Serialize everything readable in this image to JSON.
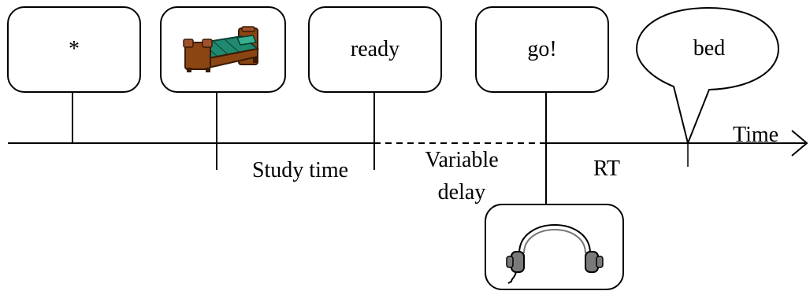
{
  "title": "",
  "events": [
    {
      "name": "fixation",
      "text": "*"
    },
    {
      "name": "study-picture",
      "icon": "bed-icon"
    },
    {
      "name": "ready-cue",
      "text": "ready"
    },
    {
      "name": "go-cue",
      "text": "go!"
    },
    {
      "name": "auditory-cue",
      "icon": "headphones-icon"
    },
    {
      "name": "response",
      "text": "bed"
    }
  ],
  "intervals": {
    "study_time": "Study time",
    "variable_delay_line1": "Variable",
    "variable_delay_line2": "delay",
    "rt": "RT"
  },
  "axis_label": "Time",
  "colors": {
    "stroke": "#000000",
    "bed_frame": "#8b4513",
    "bed_sheet": "#1f8a70",
    "headphone_pad": "#7a7a7a"
  }
}
